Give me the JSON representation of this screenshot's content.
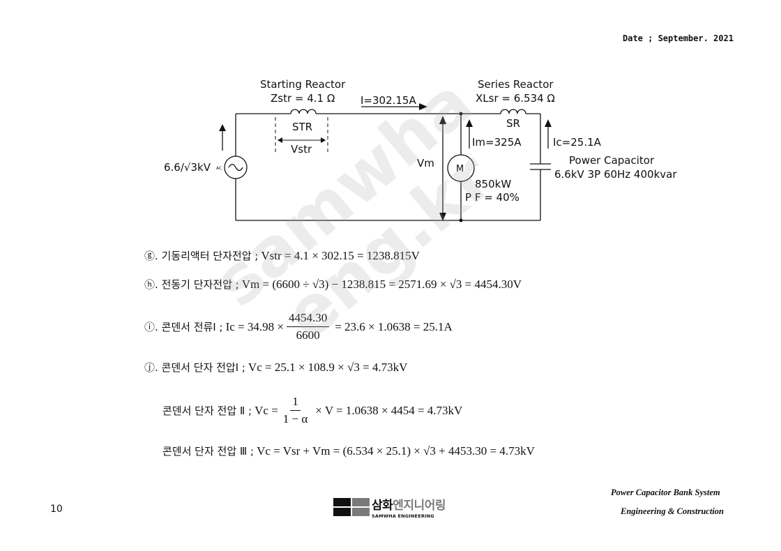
{
  "header": {
    "date": "Date ; September. 2021"
  },
  "circuit": {
    "starting_reactor_title": "Starting Reactor",
    "starting_reactor_value": "Zstr = 4.1 Ω",
    "current_main": "I=302.15A",
    "series_reactor_title": "Series Reactor",
    "series_reactor_value": "XLsr = 6.534 Ω",
    "str_label": "STR",
    "vstr_label": "Vstr",
    "sr_label": "SR",
    "source_voltage": "6.6/√3kV",
    "ac_label": "AC",
    "vm_label": "Vm",
    "motor_label": "M",
    "motor_current": "Im=325A",
    "motor_power": "850kW",
    "motor_pf": "P F = 40%",
    "cap_current": "Ic=25.1A",
    "cap_title": "Power Capacitor",
    "cap_spec": "6.6kV 3P 60Hz 400kvar"
  },
  "equations": {
    "g_label": "ⓖ. 기동리액터 단자전압 ;",
    "g_math": "Vstr = 4.1 × 302.15 = 1238.815V",
    "h_label": "ⓗ. 전동기 단자전압 ;",
    "h_math": "Vm = (6600 ÷ √3) − 1238.815 = 2571.69 × √3 = 4454.30V",
    "i_label": "ⓘ. 콘덴서 전류Ⅰ ;",
    "i_math_lhs": "Ic = 34.98 ×",
    "i_frac_num": "4454.30",
    "i_frac_den": "6600",
    "i_math_rhs": "= 23.6 × 1.0638 = 25.1A",
    "j_label": "ⓙ.  콘덴서 단자 전압Ⅰ ;",
    "j_math": "Vc = 25.1 × 108.9 × √3 = 4.73kV",
    "k_label": "콘덴서 단자 전압 Ⅱ ;",
    "k_math_lhs": "Vc =",
    "k_frac_num": "1",
    "k_frac_den": "1 − α",
    "k_math_rhs": "× V = 1.0638 × 4454 = 4.73kV",
    "l_label": "콘덴서 단자 전압 Ⅲ ;",
    "l_math": "Vc = Vsr + Vm = (6.534 × 25.1) × √3 + 4453.30 = 4.73kV"
  },
  "footer": {
    "page_number": "10",
    "logo_ko_1": "삼화",
    "logo_ko_2": "엔지니어링",
    "logo_en": "SAMWHA ENGINEERING",
    "line1": "Power Capacitor Bank System",
    "line2": "Engineering & Construction"
  },
  "watermark": {
    "line1": "samwha",
    "line2": "eng.kr"
  },
  "colors": {
    "logo_dark": "#111111",
    "logo_gray": "#7a7a7a"
  }
}
